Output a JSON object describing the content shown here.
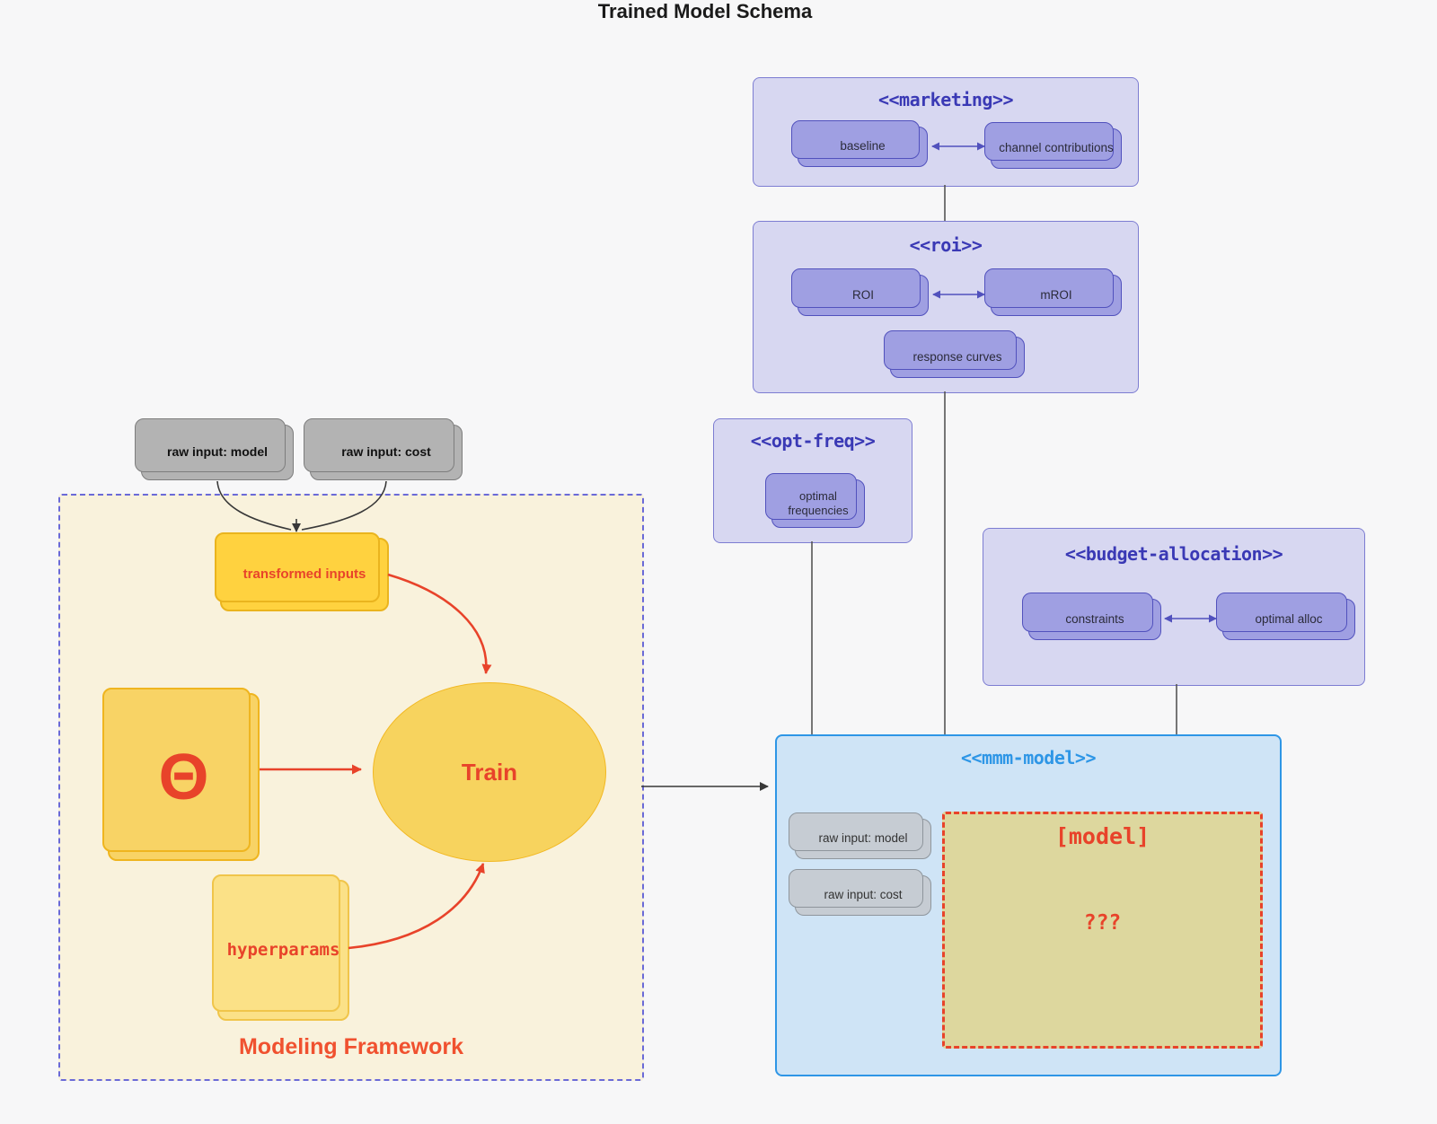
{
  "title": "Trained Model Schema",
  "external_inputs": {
    "model": "raw input: model",
    "cost": "raw input: cost"
  },
  "marketing": {
    "stereotype": "<<marketing>>",
    "baseline": "baseline",
    "channel_contributions": "channel contributions"
  },
  "roi": {
    "stereotype": "<<roi>>",
    "roi": "ROI",
    "mroi": "mROI",
    "response_curves": "response curves"
  },
  "opt_freq": {
    "stereotype": "<<opt-freq>>",
    "optimal_frequencies": "optimal frequencies"
  },
  "budget_allocation": {
    "stereotype": "<<budget-allocation>>",
    "constraints": "constraints",
    "optimal_alloc": "optimal alloc"
  },
  "mmm_model": {
    "stereotype": "<<mmm-model>>",
    "raw_input_model": "raw input: model",
    "raw_input_cost": "raw input: cost",
    "model_placeholder": "[model]",
    "unknown": "???"
  },
  "framework": {
    "label": "Modeling Framework",
    "transformed_inputs": "transformed inputs",
    "theta": "Θ",
    "train": "Train",
    "hyperparams": "hyperparams"
  },
  "colors": {
    "accent_red": "#e8432a",
    "stereotype_purple": "#3a39b5",
    "mmm_blue": "#2e96e6",
    "node_purple_fill": "#9f9fe2",
    "container_lavender": "#d7d7f1",
    "framework_cream": "#f9f2dc",
    "model_khaki": "#ddd79e",
    "node_yellow": "#f7d35e",
    "input_gray": "#b3b3b3",
    "page_background": "#f7f7f8"
  }
}
